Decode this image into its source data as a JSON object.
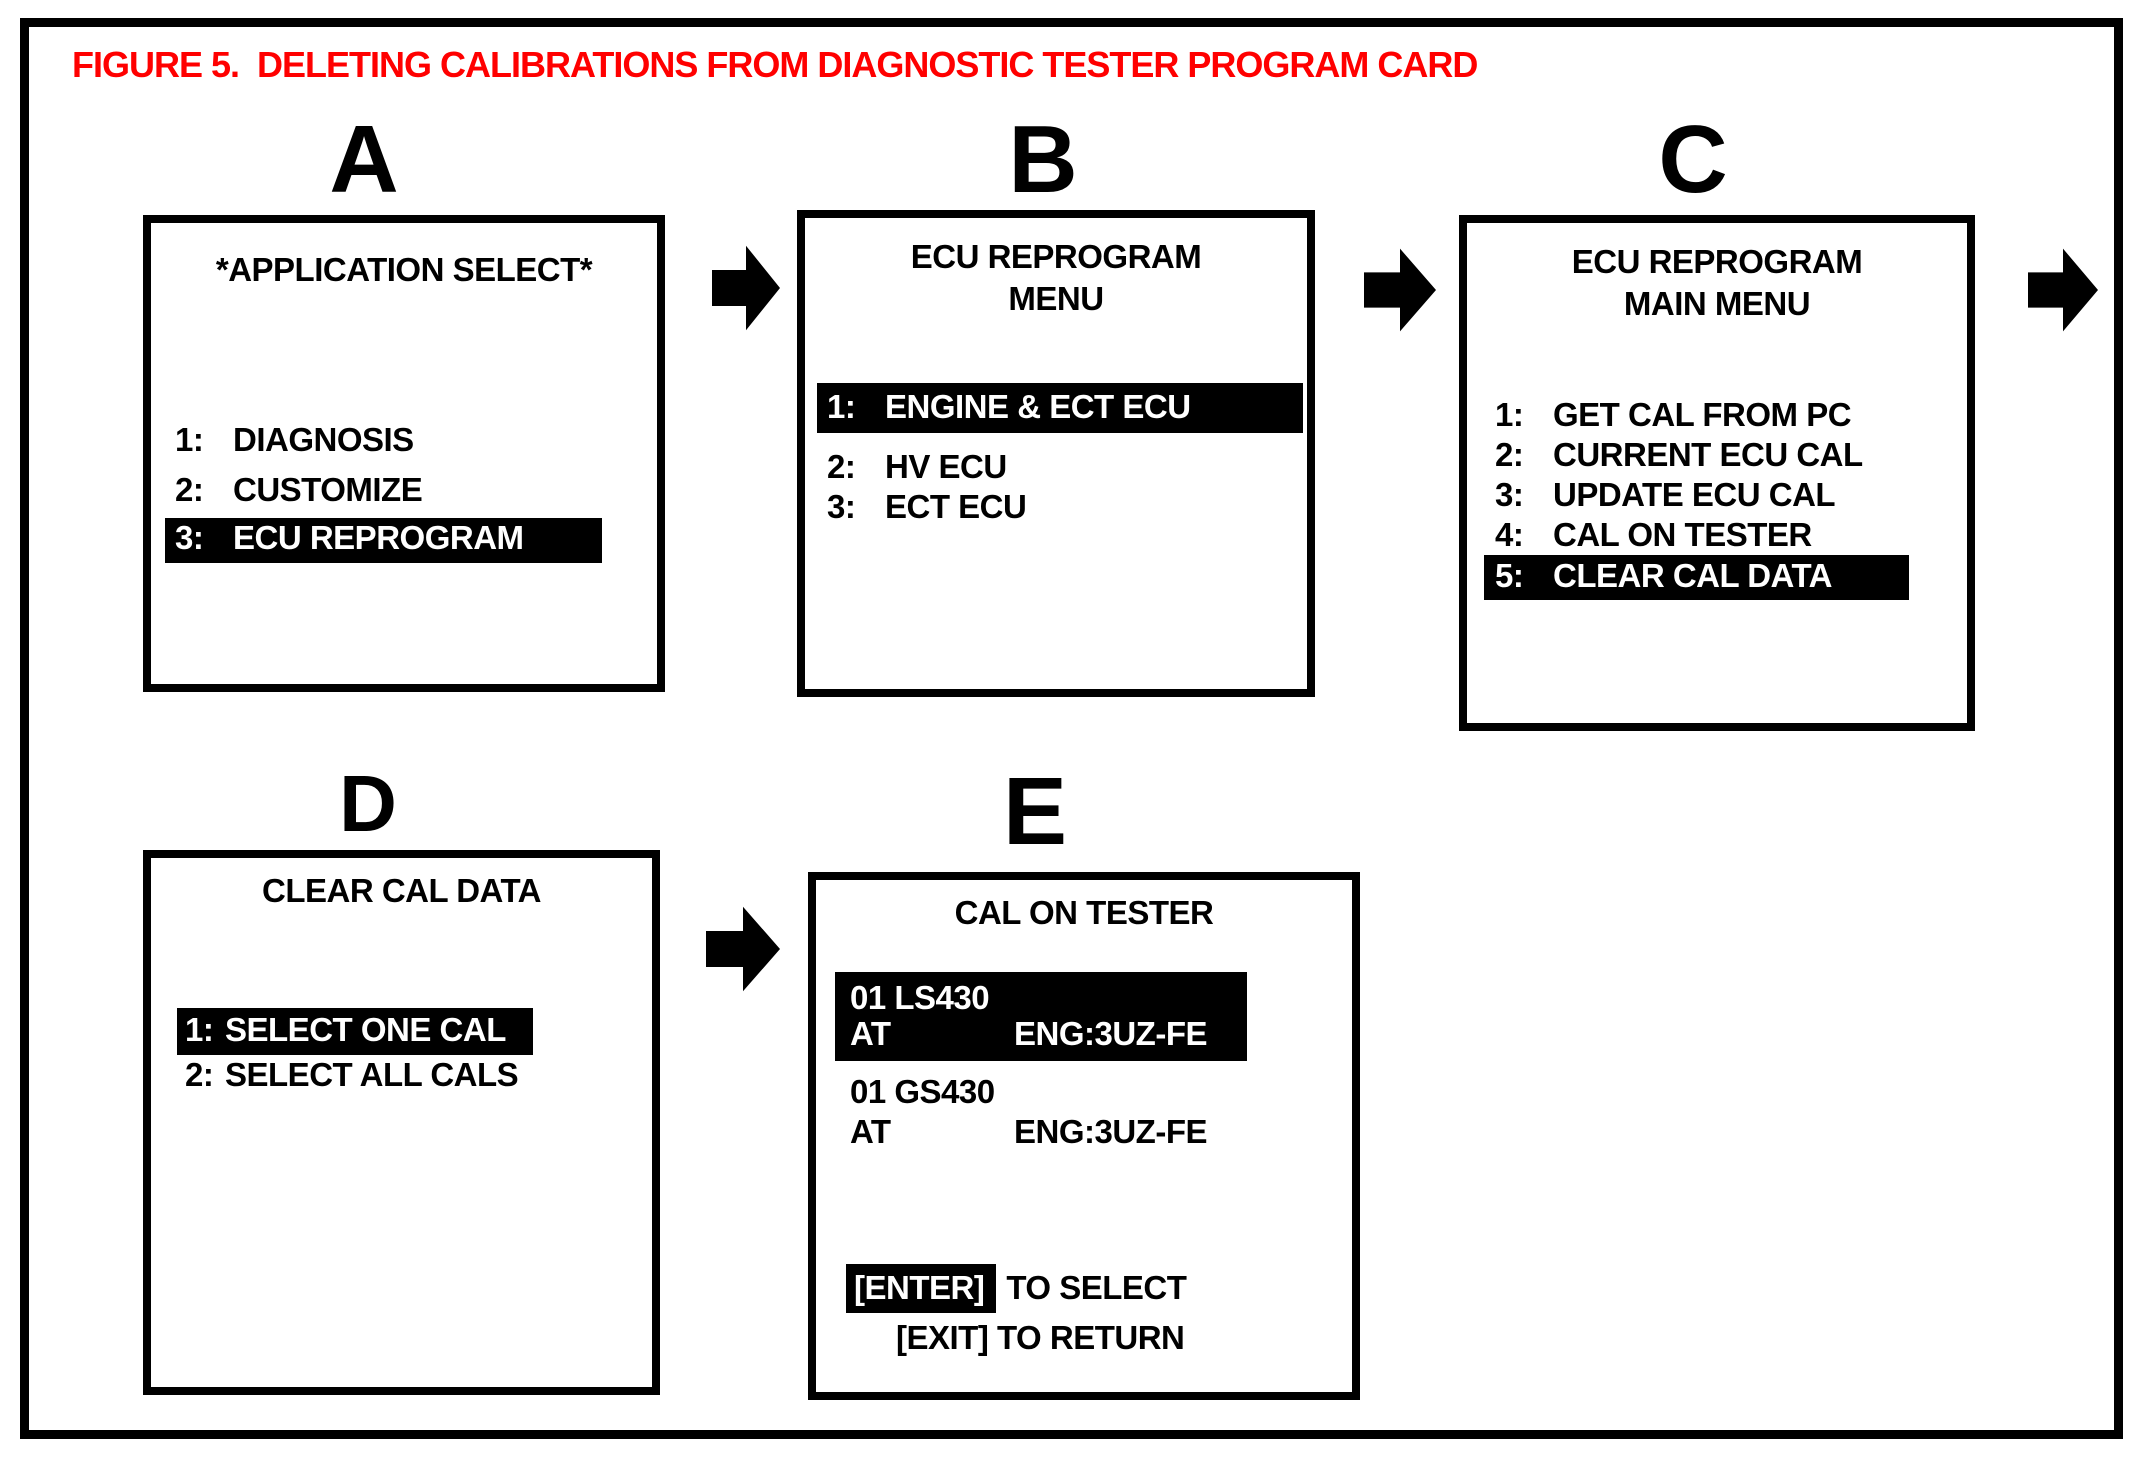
{
  "figure": {
    "title": "FIGURE 5.  DELETING CALIBRATIONS FROM DIAGNOSTIC TESTER PROGRAM CARD",
    "title_color": "#ff0000"
  },
  "screens": {
    "A": {
      "letter": "A",
      "header_lines": [
        "*APPLICATION SELECT*"
      ],
      "items": [
        {
          "num": "1:",
          "label": "DIAGNOSIS",
          "selected": false
        },
        {
          "num": "2:",
          "label": "CUSTOMIZE",
          "selected": false
        },
        {
          "num": "3:",
          "label": "ECU REPROGRAM",
          "selected": true
        }
      ]
    },
    "B": {
      "letter": "B",
      "header_lines": [
        "ECU REPROGRAM",
        "MENU"
      ],
      "items": [
        {
          "num": "1:",
          "label": "ENGINE & ECT ECU",
          "selected": true
        },
        {
          "num": "2:",
          "label": "HV ECU",
          "selected": false
        },
        {
          "num": "3:",
          "label": "ECT ECU",
          "selected": false
        }
      ]
    },
    "C": {
      "letter": "C",
      "header_lines": [
        "ECU REPROGRAM",
        "MAIN MENU"
      ],
      "items": [
        {
          "num": "1:",
          "label": "GET CAL FROM PC",
          "selected": false
        },
        {
          "num": "2:",
          "label": "CURRENT ECU CAL",
          "selected": false
        },
        {
          "num": "3:",
          "label": "UPDATE ECU CAL",
          "selected": false
        },
        {
          "num": "4:",
          "label": "CAL ON TESTER",
          "selected": false
        },
        {
          "num": "5:",
          "label": "CLEAR CAL DATA",
          "selected": true
        }
      ]
    },
    "D": {
      "letter": "D",
      "header_lines": [
        "CLEAR CAL DATA"
      ],
      "items": [
        {
          "num": "1:",
          "label": "SELECT ONE CAL",
          "selected": true
        },
        {
          "num": "2:",
          "label": "SELECT ALL CALS",
          "selected": false
        }
      ]
    },
    "E": {
      "letter": "E",
      "header_lines": [
        "CAL ON TESTER"
      ],
      "calibrations": [
        {
          "model": "01 LS430",
          "transmission": "AT",
          "engine": "ENG:3UZ-FE",
          "selected": true
        },
        {
          "model": "01 GS430",
          "transmission": "AT",
          "engine": "ENG:3UZ-FE",
          "selected": false
        }
      ],
      "footer": {
        "enter_key": "[ENTER]",
        "enter_action": "TO SELECT",
        "exit_key": "[EXIT]",
        "exit_action": "TO RETURN"
      }
    }
  }
}
